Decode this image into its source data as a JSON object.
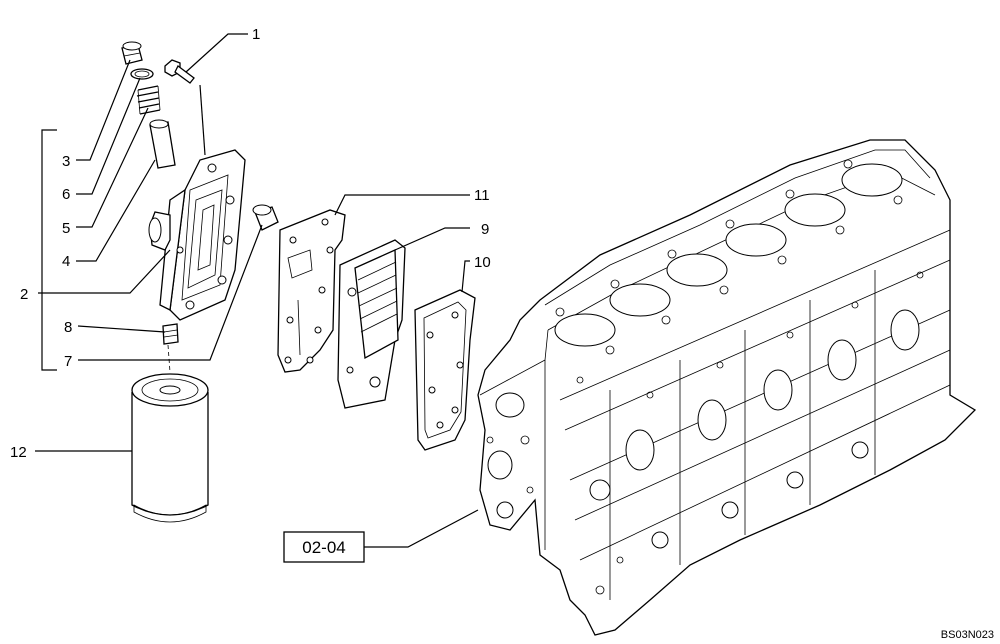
{
  "callouts": {
    "c1": "1",
    "c2": "2",
    "c3": "3",
    "c4": "4",
    "c5": "5",
    "c6": "6",
    "c7": "7",
    "c8": "8",
    "c9": "9",
    "c10": "10",
    "c11": "11",
    "c12": "12"
  },
  "reference_box": "02-04",
  "drawing_code": "BS03N023"
}
